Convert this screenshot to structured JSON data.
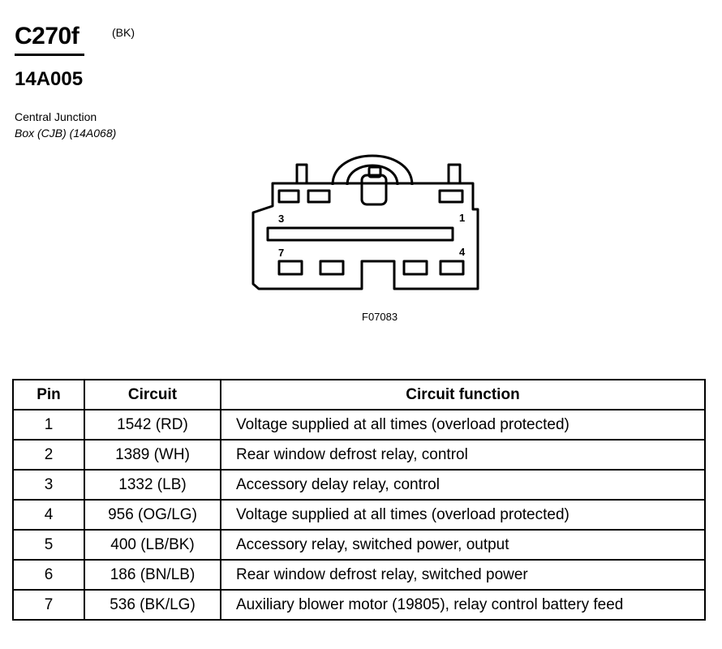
{
  "header": {
    "connector_id": "C270f",
    "color_code": "(BK)",
    "part_number": "14A005",
    "location_line1": "Central Junction",
    "location_line2": "Box (CJB) (14A068)"
  },
  "diagram": {
    "figure_id": "F07083",
    "pin_labels": [
      "3",
      "1",
      "7",
      "4"
    ]
  },
  "table": {
    "headers": [
      "Pin",
      "Circuit",
      "Circuit function"
    ],
    "rows": [
      {
        "pin": "1",
        "circuit": "1542 (RD)",
        "function": "Voltage supplied at all times (overload protected)"
      },
      {
        "pin": "2",
        "circuit": "1389 (WH)",
        "function": "Rear window defrost relay, control"
      },
      {
        "pin": "3",
        "circuit": "1332 (LB)",
        "function": "Accessory delay relay, control"
      },
      {
        "pin": "4",
        "circuit": "956 (OG/LG)",
        "function": "Voltage supplied at all times (overload protected)"
      },
      {
        "pin": "5",
        "circuit": "400 (LB/BK)",
        "function": "Accessory relay, switched power, output"
      },
      {
        "pin": "6",
        "circuit": "186 (BN/LB)",
        "function": "Rear window defrost relay, switched power"
      },
      {
        "pin": "7",
        "circuit": "536 (BK/LG)",
        "function": "Auxiliary blower motor (19805), relay control battery feed"
      }
    ]
  }
}
